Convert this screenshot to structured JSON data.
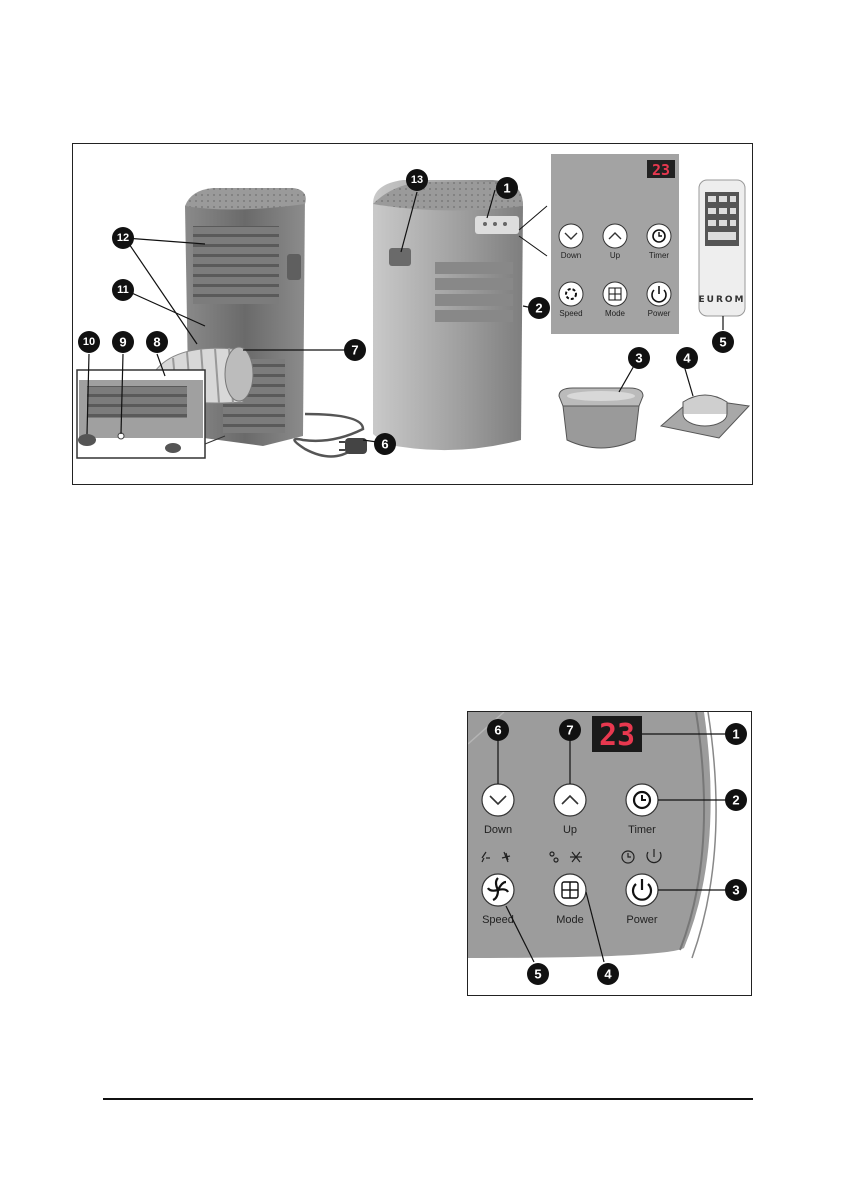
{
  "figure_top": {
    "callouts": [
      "1",
      "2",
      "3",
      "4",
      "5",
      "6",
      "7",
      "8",
      "9",
      "10",
      "11",
      "12",
      "13"
    ],
    "inset_panel": {
      "display": "23",
      "buttons": {
        "down": "Down",
        "up": "Up",
        "timer": "Timer",
        "speed": "Speed",
        "mode": "Mode",
        "power": "Power"
      }
    },
    "remote": {
      "brand": "EUROM"
    }
  },
  "figure_panel": {
    "display": "23",
    "buttons": {
      "down": "Down",
      "up": "Up",
      "timer": "Timer",
      "speed": "Speed",
      "mode": "Mode",
      "power": "Power"
    },
    "callouts": [
      "1",
      "2",
      "3",
      "4",
      "5",
      "6",
      "7"
    ]
  },
  "colors": {
    "panel_bg": "#9a9a9a",
    "unit_dark": "#6e6e6e",
    "unit_light": "#b9b9b9",
    "display_red": "#e8384f",
    "callout": "#111111"
  }
}
